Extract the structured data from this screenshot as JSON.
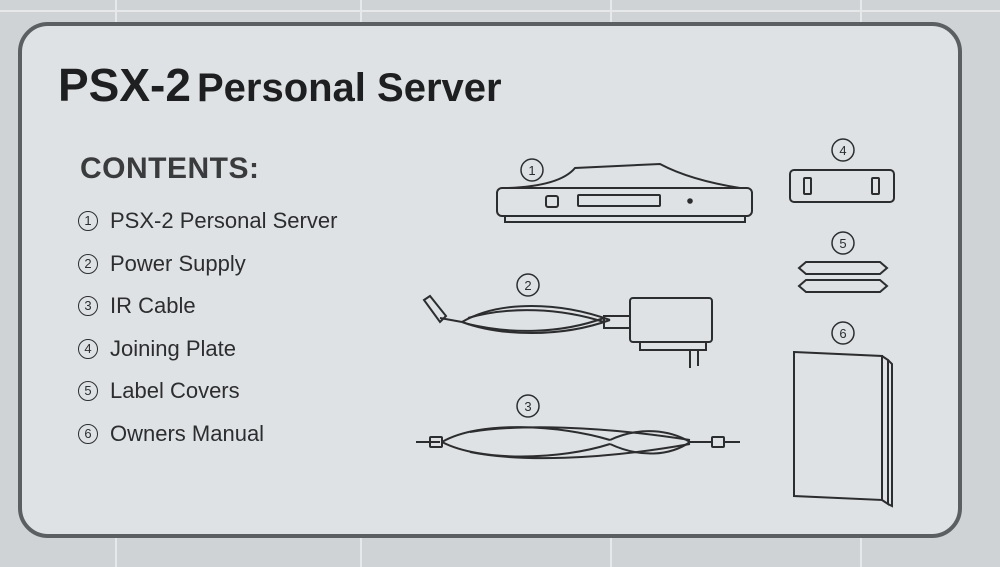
{
  "title": {
    "model": "PSX-2",
    "rest": "Personal Server"
  },
  "contents": {
    "heading": "CONTENTS:",
    "items": [
      {
        "num": "1",
        "label": "PSX-2 Personal Server"
      },
      {
        "num": "2",
        "label": "Power Supply"
      },
      {
        "num": "3",
        "label": "IR Cable"
      },
      {
        "num": "4",
        "label": "Joining Plate"
      },
      {
        "num": "5",
        "label": "Label Covers"
      },
      {
        "num": "6",
        "label": "Owners Manual"
      }
    ]
  },
  "callouts": [
    "1",
    "2",
    "3",
    "4",
    "5",
    "6"
  ],
  "colors": {
    "ink": "#2c2d2f",
    "panel": "#dfe2e4",
    "border": "#5c5f62"
  }
}
